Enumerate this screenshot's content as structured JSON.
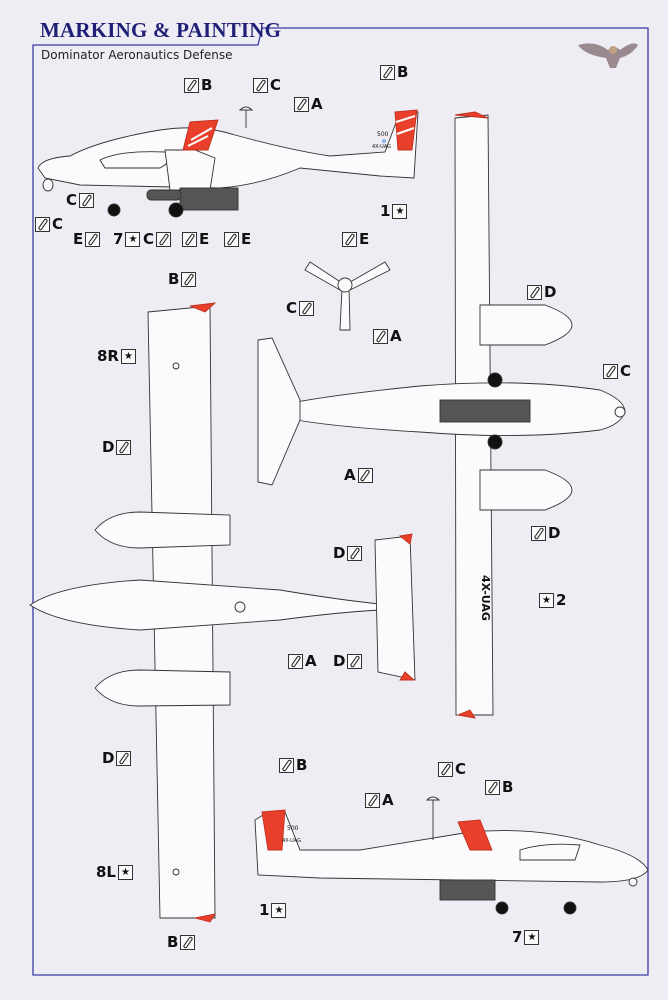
{
  "header": {
    "title": "MARKING & PAINTING",
    "subtitle": "Dominator Aeronautics Defense"
  },
  "aircraft_markings": {
    "registration": "4X-UAG",
    "tail_number": "500"
  },
  "colors": {
    "accent_red": "#e8402a",
    "frame_blue": "#3b3ba6",
    "title_navy": "#1f1f78",
    "dark_grey": "#555555"
  },
  "labels": [
    {
      "text": "B",
      "kind": "paint"
    },
    {
      "text": "C",
      "kind": "paint"
    },
    {
      "text": "A",
      "kind": "paint"
    },
    {
      "text": "B",
      "kind": "paint"
    },
    {
      "text": "1",
      "kind": "decal"
    },
    {
      "text": "C",
      "kind": "paint"
    },
    {
      "text": "C",
      "kind": "paint"
    },
    {
      "text": "E",
      "kind": "paint"
    },
    {
      "text": "7",
      "kind": "decal"
    },
    {
      "text": "C",
      "kind": "paint"
    },
    {
      "text": "E",
      "kind": "paint"
    },
    {
      "text": "E",
      "kind": "paint"
    },
    {
      "text": "E",
      "kind": "paint"
    },
    {
      "text": "C",
      "kind": "paint"
    },
    {
      "text": "A",
      "kind": "paint"
    },
    {
      "text": "D",
      "kind": "paint"
    },
    {
      "text": "C",
      "kind": "paint"
    },
    {
      "text": "A",
      "kind": "paint"
    },
    {
      "text": "D",
      "kind": "paint"
    },
    {
      "text": "2",
      "kind": "decal"
    },
    {
      "text": "B",
      "kind": "paint"
    },
    {
      "text": "8R",
      "kind": "decal"
    },
    {
      "text": "D",
      "kind": "paint"
    },
    {
      "text": "D",
      "kind": "paint"
    },
    {
      "text": "A",
      "kind": "paint"
    },
    {
      "text": "D",
      "kind": "paint"
    },
    {
      "text": "D",
      "kind": "paint"
    },
    {
      "text": "8L",
      "kind": "decal"
    },
    {
      "text": "B",
      "kind": "paint"
    },
    {
      "text": "B",
      "kind": "paint"
    },
    {
      "text": "C",
      "kind": "paint"
    },
    {
      "text": "A",
      "kind": "paint"
    },
    {
      "text": "B",
      "kind": "paint"
    },
    {
      "text": "1",
      "kind": "decal"
    },
    {
      "text": "7",
      "kind": "decal"
    }
  ]
}
